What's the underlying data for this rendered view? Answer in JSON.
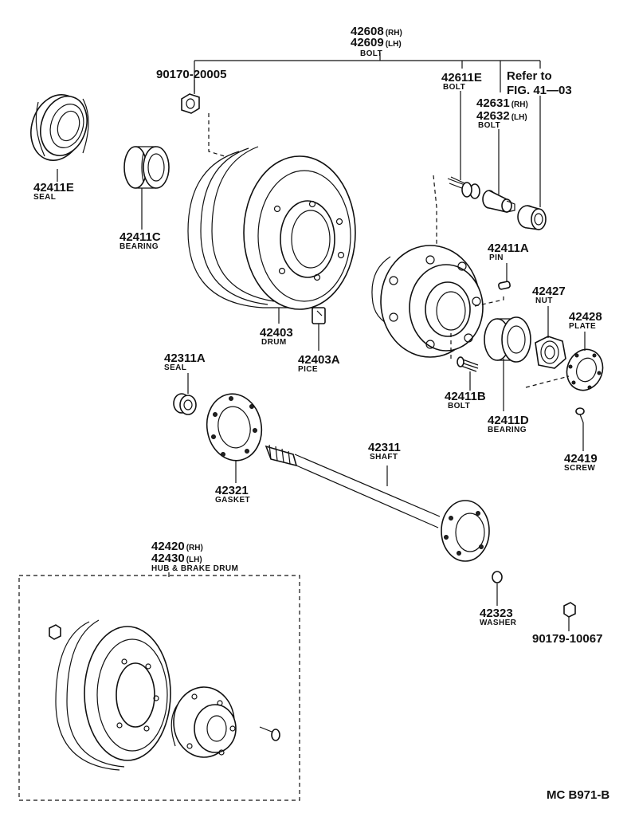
{
  "callouts": {
    "bolt_top": {
      "num1": "42608",
      "tag1": "(RH)",
      "num2": "42609",
      "tag2": "(LH)",
      "name": "BOLT"
    },
    "nut_90170": {
      "num": "90170-20005"
    },
    "bolt_42611e": {
      "num": "42611E",
      "name": "BOLT"
    },
    "refer": {
      "line1": "Refer to",
      "line2": "FIG. 41—03"
    },
    "bolt_42631": {
      "num1": "42631",
      "tag1": "(RH)",
      "num2": "42632",
      "tag2": "(LH)",
      "name": "BOLT"
    },
    "seal_42411e": {
      "num": "42411E",
      "name": "SEAL"
    },
    "bearing_42411c": {
      "num": "42411C",
      "name": "BEARING"
    },
    "drum": {
      "num": "42403",
      "name": "DRUM"
    },
    "piece": {
      "num": "42403A",
      "name": "PICE"
    },
    "pin": {
      "num": "42411A",
      "name": "PIN"
    },
    "nut_42427": {
      "num": "42427",
      "name": "NUT"
    },
    "plate": {
      "num": "42428",
      "name": "PLATE"
    },
    "seal_42311a": {
      "num": "42311A",
      "name": "SEAL"
    },
    "bolt_42411b": {
      "num": "42411B",
      "name": "BOLT"
    },
    "bearing_42411d": {
      "num": "42411D",
      "name": "BEARING"
    },
    "screw": {
      "num": "42419",
      "name": "SCREW"
    },
    "shaft": {
      "num": "42311",
      "name": "SHAFT"
    },
    "gasket": {
      "num": "42321",
      "name": "GASKET"
    },
    "hub_drum": {
      "num1": "42420",
      "tag1": "(RH)",
      "num2": "42430",
      "tag2": "(LH)",
      "name": "HUB & BRAKE DRUM"
    },
    "washer": {
      "num": "42323",
      "name": "WASHER"
    },
    "nut_90179": {
      "num": "90179-10067"
    }
  },
  "figure_code": "MC B971-B"
}
